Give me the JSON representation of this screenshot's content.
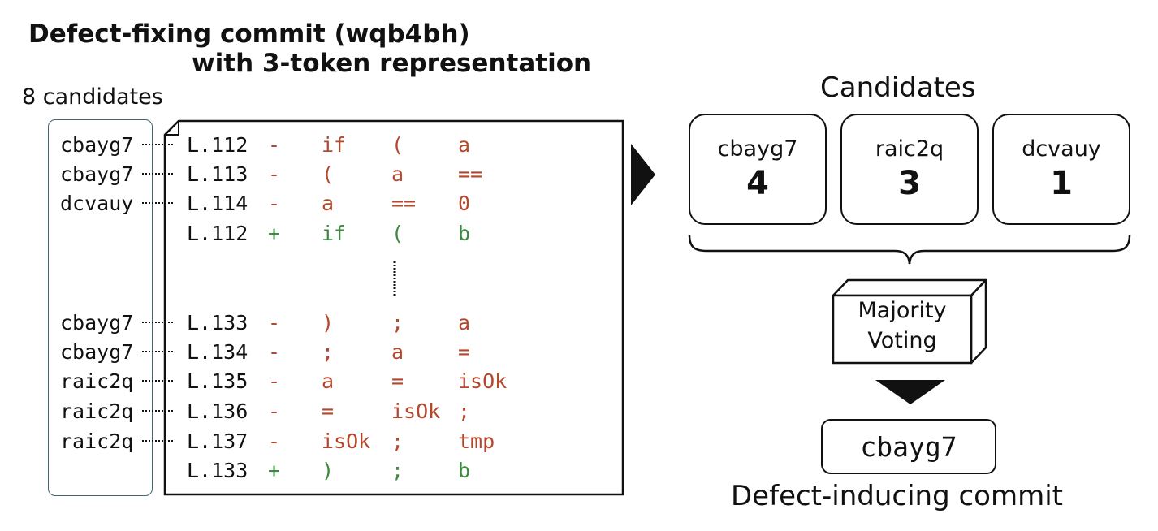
{
  "title": {
    "line1": "Defect-fixing commit (wqb4bh)",
    "line2": "with 3-token representation"
  },
  "candidates_label": "8 candidates",
  "code_rows": [
    {
      "commit": "cbayg7",
      "line": "L.112",
      "sign": "-",
      "t1": "if",
      "t2": "(",
      "t3": "a",
      "type": "removed"
    },
    {
      "commit": "cbayg7",
      "line": "L.113",
      "sign": "-",
      "t1": "(",
      "t2": "a",
      "t3": "==",
      "type": "removed"
    },
    {
      "commit": "dcvauy",
      "line": "L.114",
      "sign": "-",
      "t1": "a",
      "t2": "==",
      "t3": "0",
      "type": "removed"
    },
    {
      "commit": "",
      "line": "L.112",
      "sign": "+",
      "t1": "if",
      "t2": "(",
      "t3": "b",
      "type": "added"
    },
    {
      "commit": "cbayg7",
      "line": "L.133",
      "sign": "-",
      "t1": ")",
      "t2": ";",
      "t3": "a",
      "type": "removed"
    },
    {
      "commit": "cbayg7",
      "line": "L.134",
      "sign": "-",
      "t1": ";",
      "t2": "a",
      "t3": "=",
      "type": "removed"
    },
    {
      "commit": "raic2q",
      "line": "L.135",
      "sign": "-",
      "t1": "a",
      "t2": "=",
      "t3": "isOk",
      "type": "removed"
    },
    {
      "commit": "raic2q",
      "line": "L.136",
      "sign": "-",
      "t1": "=",
      "t2": "isOk",
      "t3": ";",
      "type": "removed"
    },
    {
      "commit": "raic2q",
      "line": "L.137",
      "sign": "-",
      "t1": "isOk",
      "t2": ";",
      "t3": "tmp",
      "type": "removed"
    },
    {
      "commit": "",
      "line": "L.133",
      "sign": "+",
      "t1": ")",
      "t2": ";",
      "t3": "b",
      "type": "added"
    }
  ],
  "candidates_section": {
    "title": "Candidates",
    "items": [
      {
        "name": "cbayg7",
        "count": "4"
      },
      {
        "name": "raic2q",
        "count": "3"
      },
      {
        "name": "dcvauy",
        "count": "1"
      }
    ]
  },
  "voting": {
    "line1": "Majority",
    "line2": "Voting"
  },
  "result": {
    "commit": "cbayg7",
    "label": "Defect-inducing commit"
  },
  "colors": {
    "removed": "#b5472c",
    "added": "#3b8a3e",
    "frame": "#111111",
    "candidate_box": "#3f6670"
  }
}
